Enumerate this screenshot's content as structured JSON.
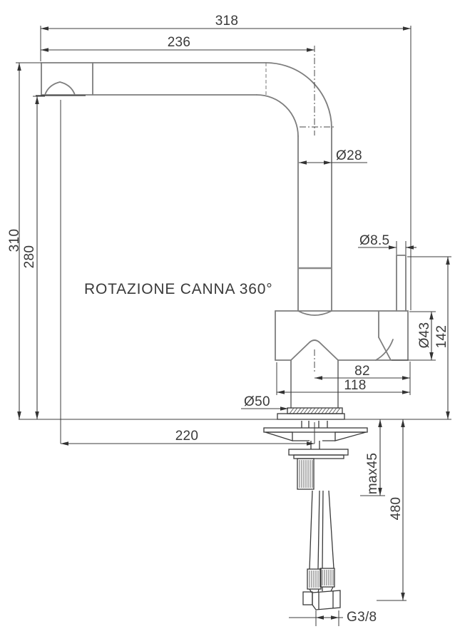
{
  "drawing": {
    "note": "ROTAZIONE CANNA 360°",
    "dims": {
      "overall_width": "318",
      "spout_reach": "236",
      "spout_tube_diameter": "Ø28",
      "lever_pin_diameter": "Ø8.5",
      "overall_height": "310",
      "spout_height": "280",
      "body_diameter": "Ø43",
      "body_height_above_deck": "142",
      "center_to_lever_side": "82",
      "body_front_to_lever_side": "118",
      "base_diameter": "Ø50",
      "outlet_to_mount_center": "220",
      "max_deck_thickness": "max45",
      "hose_length_below_deck": "480",
      "hose_thread": "G3/8"
    },
    "colors": {
      "dimension_line": "#3c3c3c",
      "outline_gray": "#7d7d7d",
      "background": "#ffffff"
    }
  }
}
